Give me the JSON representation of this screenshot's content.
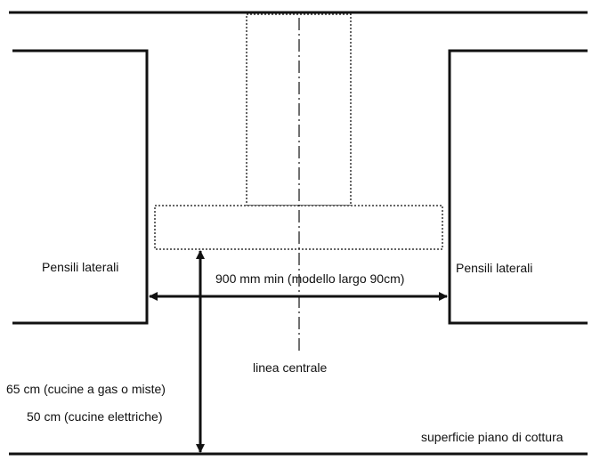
{
  "labels": {
    "left_cabinets": "Pensili laterali",
    "right_cabinets": "Pensili laterali",
    "width_dimension": "900 mm min (modello largo 90cm)",
    "center_line": "linea centrale",
    "height_gas": "65 cm (cucine a gas o miste)",
    "height_electric": "50 cm (cucine elettriche)",
    "cooktop_surface": "superficie piano di cottura"
  },
  "colors": {
    "line": "#111111",
    "background": "#ffffff"
  }
}
